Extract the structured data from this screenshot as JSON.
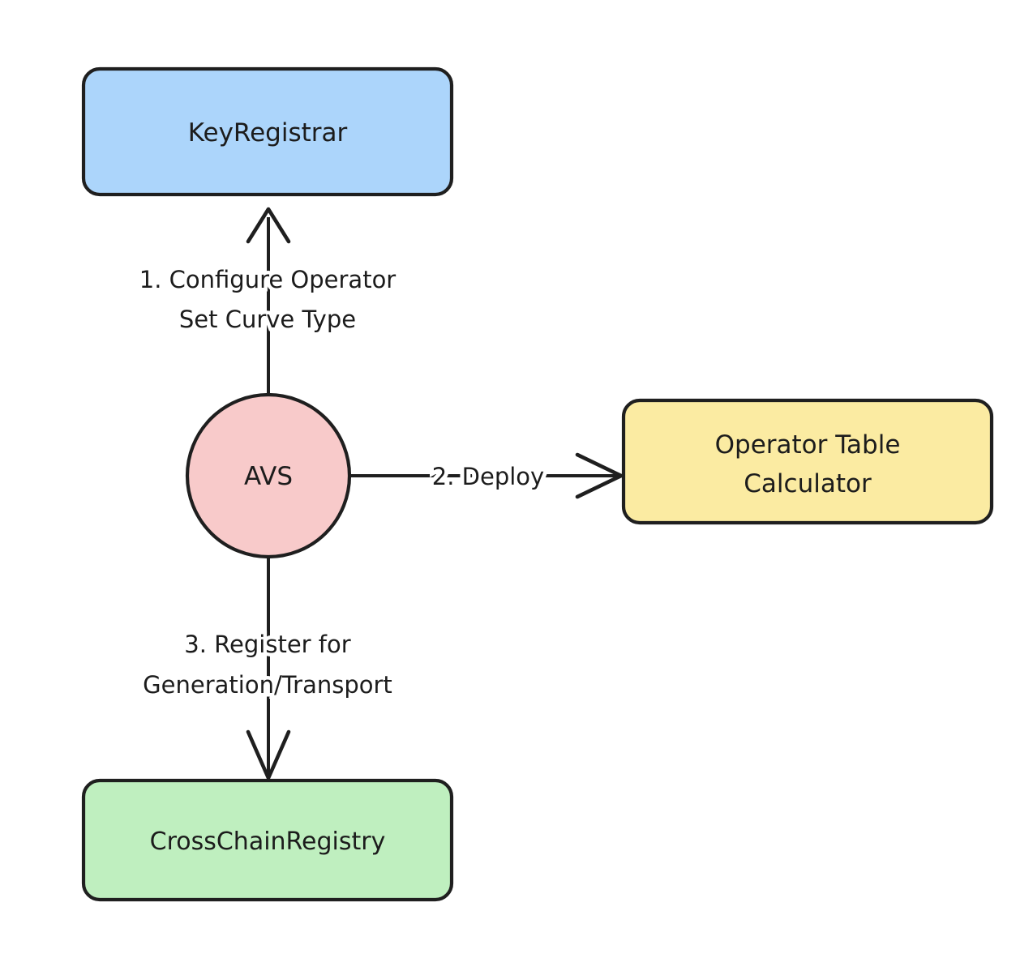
{
  "diagram": {
    "title": "AVS registration flow",
    "background_color": "#ffffff",
    "stroke_color": "#1f1f1f",
    "text_color": "#1c1c1c",
    "nodes": [
      {
        "id": "key-registrar",
        "label": "KeyRegistrar",
        "shape": "rounded-rect",
        "fill": "#ACD5FB"
      },
      {
        "id": "avs",
        "label": "AVS",
        "shape": "circle",
        "fill": "#F8CACA"
      },
      {
        "id": "operator-table-calculator",
        "label_line1": "Operator Table",
        "label_line2": "Calculator",
        "shape": "rounded-rect",
        "fill": "#FBEBA2"
      },
      {
        "id": "cross-chain-registry",
        "label": "CrossChainRegistry",
        "shape": "rounded-rect",
        "fill": "#BFEFBF"
      }
    ],
    "edges": [
      {
        "id": "avs-to-key-registrar",
        "from": "avs",
        "to": "key-registrar",
        "label_line1": "1. Configure Operator",
        "label_line2": "Set Curve Type",
        "direction": "up"
      },
      {
        "id": "avs-to-operator-table-calculator",
        "from": "avs",
        "to": "operator-table-calculator",
        "label_line1": "2. Deploy",
        "label_line2": "",
        "direction": "right"
      },
      {
        "id": "avs-to-cross-chain-registry",
        "from": "avs",
        "to": "cross-chain-registry",
        "label_line1": "3. Register for",
        "label_line2": "Generation/Transport",
        "direction": "down"
      }
    ]
  }
}
